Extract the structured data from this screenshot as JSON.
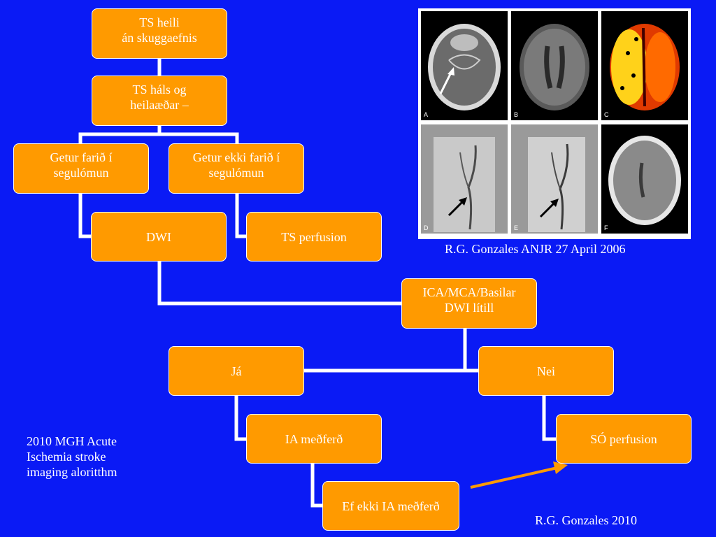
{
  "nodes": {
    "ts_heili": {
      "line1": "TS heili",
      "line2": "án skuggaefnis"
    },
    "ts_hals": {
      "line1": "TS háls og",
      "line2": "heilaæðar –"
    },
    "getur": {
      "line1": "Getur farið í",
      "line2": "segulómun"
    },
    "getur_ekki": {
      "line1": "Getur ekki farið í",
      "line2": "segulómun"
    },
    "dwi": "DWI",
    "ts_perfusion": "TS perfusion",
    "ica": {
      "line1": "ICA/MCA/Basilar",
      "line2": "DWI lítill"
    },
    "ja": "Já",
    "nei": "Nei",
    "ia": "IA meðferð",
    "so_perfusion": "SÓ perfusion",
    "ef_ekki": "Ef ekki IA meðferð"
  },
  "captions": {
    "image_credit": "R.G. Gonzales ANJR 27 April 2006",
    "algorithm": {
      "line1": "2010 MGH  Acute",
      "line2": "Ischemia stroke",
      "line3": "imaging aloritthm"
    },
    "author": "R.G. Gonzales  2010"
  },
  "scan_panels": [
    "A",
    "B",
    "C",
    "D",
    "E",
    "F"
  ],
  "colors": {
    "background": "#0a1af5",
    "box": "#ff9a00",
    "arrow": "#ff9a00",
    "text": "#ffffff"
  }
}
